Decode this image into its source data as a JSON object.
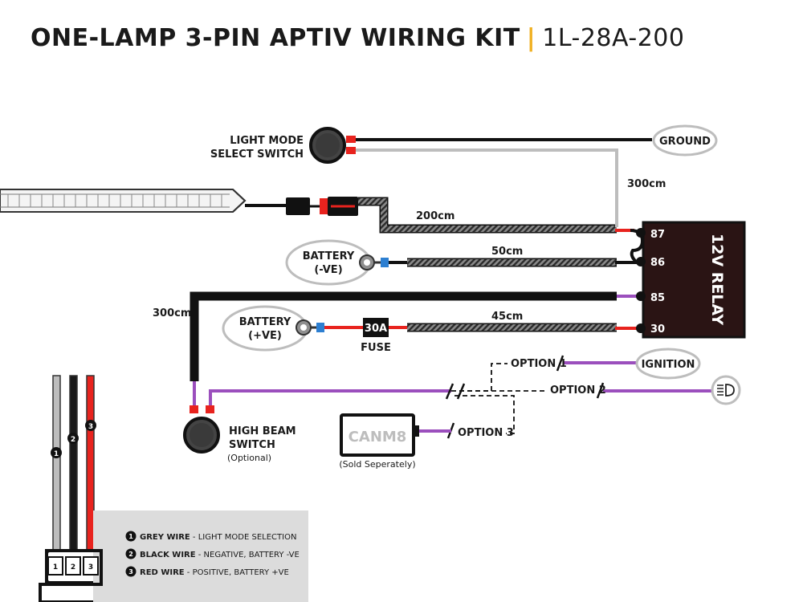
{
  "header": {
    "title": "ONE-LAMP 3-PIN APTIV WIRING KIT",
    "separator": "|",
    "code": "1L-28A-200"
  },
  "colors": {
    "wire_red": "#e8231e",
    "wire_purple": "#9b4fbd",
    "wire_grey": "#bdbdbd",
    "wire_black": "#111111",
    "relay": "#2a1414",
    "accent": "#f0b020",
    "legend_bg": "#dcdcdc",
    "connector_blue": "#2d7fd1"
  },
  "labels": {
    "mode_switch_line1": "LIGHT MODE",
    "mode_switch_line2": "SELECT SWITCH",
    "ground": "GROUND",
    "len_300_top": "300cm",
    "len_200": "200cm",
    "len_50": "50cm",
    "len_45": "45cm",
    "len_300_left": "300cm",
    "battery_neg_line1": "BATTERY",
    "battery_neg_line2": "(-VE)",
    "battery_pos_line1": "BATTERY",
    "battery_pos_line2": "(+VE)",
    "fuse_rating": "30A",
    "fuse": "FUSE",
    "relay": "12V RELAY",
    "pin_87": "87",
    "pin_86": "86",
    "pin_85": "85",
    "pin_30": "30",
    "option1": "OPTION 1",
    "option2": "OPTION 2",
    "option3": "OPTION 3",
    "ignition": "IGNITION",
    "canm8": "CANM8",
    "sold_separately": "(Sold Seperately)",
    "high_beam_line1": "HIGH BEAM",
    "high_beam_line2": "SWITCH",
    "optional": "(Optional)",
    "headlight_icon": "headlight-icon"
  },
  "connector": {
    "wire_numbers": [
      "1",
      "2",
      "3"
    ],
    "pin_numbers": [
      "1",
      "2",
      "3"
    ]
  },
  "legend": [
    {
      "number": "1",
      "name": "GREY WIRE",
      "desc": " - LIGHT MODE SELECTION"
    },
    {
      "number": "2",
      "name": "BLACK WIRE",
      "desc": " - NEGATIVE, BATTERY -VE"
    },
    {
      "number": "3",
      "name": "RED WIRE",
      "desc": " - POSITIVE, BATTERY +VE"
    }
  ]
}
